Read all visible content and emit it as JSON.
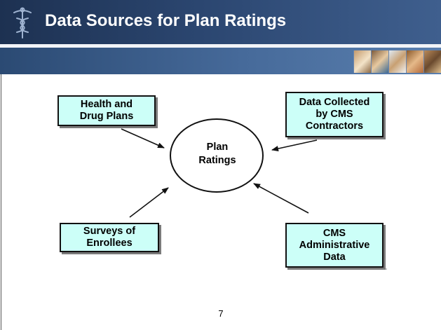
{
  "title": "Data Sources for Plan Ratings",
  "center_node": {
    "label": "Plan\nRatings"
  },
  "sources": {
    "health": "Health and\nDrug Plans",
    "contractors": "Data Collected\nby CMS\nContractors",
    "surveys": "Surveys of\nEnrollees",
    "admin": "CMS\nAdministrative\nData"
  },
  "page_number": "7",
  "colors": {
    "title_bar": "#2b4670",
    "sub_bar": "#466a9a",
    "box_fill": "#ccfff8",
    "box_border": "#111111"
  },
  "icons": [
    "caduceus-logo-icon",
    "healthcare-photo-strip"
  ]
}
